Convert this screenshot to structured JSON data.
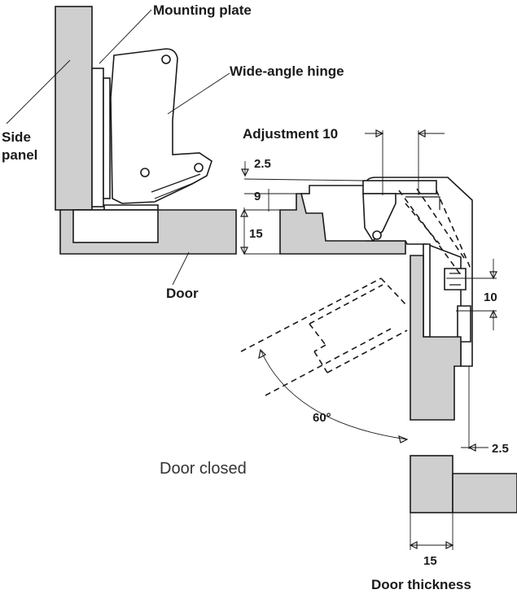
{
  "labels": {
    "mounting_plate": "Mounting plate",
    "wide_angle_hinge": "Wide-angle hinge",
    "side_panel_line1": "Side",
    "side_panel_line2": "panel",
    "door": "Door",
    "adjustment": "Adjustment 10",
    "door_closed": "Door closed",
    "door_thickness": "Door thickness"
  },
  "dimensions": {
    "overlay_top": "2.5",
    "gap": "9",
    "door_depth": "15",
    "right_offset": "10",
    "angle": "60°",
    "bottom_offset": "2.5",
    "thickness": "15"
  },
  "colors": {
    "panel_fill": "#cfcfcf",
    "outline": "#1a1a1a"
  }
}
